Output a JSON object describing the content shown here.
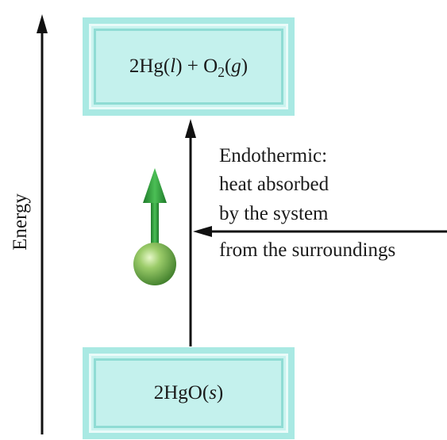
{
  "axis": {
    "label": "Energy"
  },
  "products": {
    "formula": "2Hg(l) + O2(g)"
  },
  "reactant": {
    "formula": "2HgO(s)"
  },
  "description": {
    "line1": "Endothermic:",
    "line2": "heat absorbed",
    "line3": "by the system",
    "line4": "from the surroundings"
  },
  "colors": {
    "box_fill": "#c4f1ed",
    "box_border": "#8fdcd4",
    "heat_sphere": "#6fb24a",
    "heat_arrow": "#2f9c3a",
    "arrow": "#111111"
  }
}
